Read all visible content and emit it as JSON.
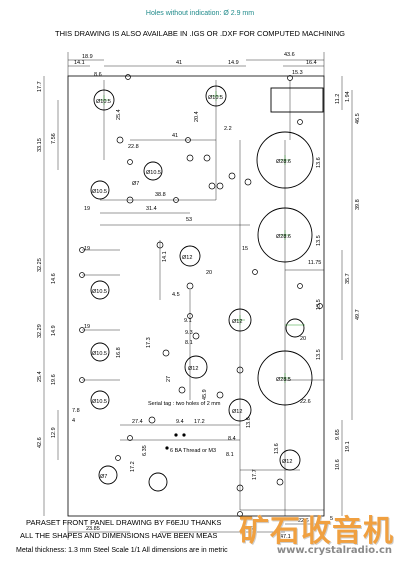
{
  "header": {
    "holes_note": "Holes without indication: Ø 2.9 mm",
    "availability_note": "THIS DRAWING IS ALSO AVAILABE IN .IGS OR .DXF FOR COMPUTED MACHINING"
  },
  "footer": {
    "line1": "PARASET FRONT PANEL DRAWING BY F6EJU THANKS",
    "line2": "ALL THE SHAPES AND DIMENSIONS HAVE BEEN MEAS",
    "line3": "Metal thickness: 1.3 mm Steel    Scale 1/1    All dimensions are in metric"
  },
  "watermark": {
    "text": "矿石收音机",
    "url": "www.crystalradio.cn"
  },
  "annotations": {
    "serial_tag": "Serial tag : two holes of 2 mm",
    "thread": "6 BA Thread or M3"
  },
  "top_dims": {
    "d1": "18.9",
    "d2": "14.1",
    "d3": "41",
    "d4": "14.9",
    "d5": "43.6",
    "d6": "16.4",
    "d7": "15.3",
    "d8": "11.2",
    "d9": "8.6"
  },
  "left_dims": {
    "d1": "17.7",
    "d2": "33.15",
    "d3": "7.56",
    "d4": "19",
    "d5": "32.25",
    "d6": "14.6",
    "d7": "19",
    "d8": "32.29",
    "d9": "14.9",
    "d10": "25.4",
    "d11": "19.6",
    "d12": "42.6",
    "d13": "12.9",
    "d14": "7.8",
    "d15": "4"
  },
  "inner_dims": {
    "a1": "25.4",
    "a2": "20.4",
    "a3": "22.8",
    "a4": "41",
    "a5": "2.2",
    "a6": "38.8",
    "a7": "31.4",
    "a8": "53",
    "a9": "14.1",
    "a10": "15",
    "a11": "19",
    "a12": "4.5",
    "a13": "20",
    "a14": "9.1",
    "a15": "17.3",
    "a16": "16.8",
    "a17": "45.9",
    "a18": "27",
    "a19": "9.3",
    "a20": "8.1",
    "a21": "27.4",
    "a22": "9.4",
    "a23": "17.2",
    "a24": "6.35",
    "a25": "17.2",
    "a26": "8.4",
    "a27": "13.6",
    "a28": "8.1",
    "a29": "17.7"
  },
  "right_dims": {
    "r1": "11.2",
    "r2": "1.94",
    "r3": "46.5",
    "r4": "13.6",
    "r5": "39.8",
    "r6": "13.5",
    "r7": "11.75",
    "r8": "35.7",
    "r9": "13.5",
    "r10": "49.7",
    "r11": "20",
    "r12": "13.5",
    "r13": "13.6",
    "r14": "22.6",
    "r15": "9.65",
    "r16": "10.6",
    "r17": "19.1",
    "r18": "5"
  },
  "bottom_dims": {
    "b1": "23.85",
    "b2": "47.1",
    "b3": "22.6",
    "b4": "5"
  },
  "hole_labels": {
    "h1": "Ø10.5",
    "h2": "Ø10.5",
    "h3": "Ø28.6",
    "h4": "Ø7",
    "h5": "Ø28.6",
    "h6": "Ø10.5",
    "h7": "Ø10.5",
    "h8": "Ø10.5",
    "h9": "Ø10.5",
    "h10": "Ø28.5",
    "h11": "Ø12",
    "h12": "Ø12",
    "h13": "Ø10.5",
    "h14": "Ø12",
    "h15": "Ø12",
    "h16": "Ø12",
    "h17": "Ø7"
  }
}
